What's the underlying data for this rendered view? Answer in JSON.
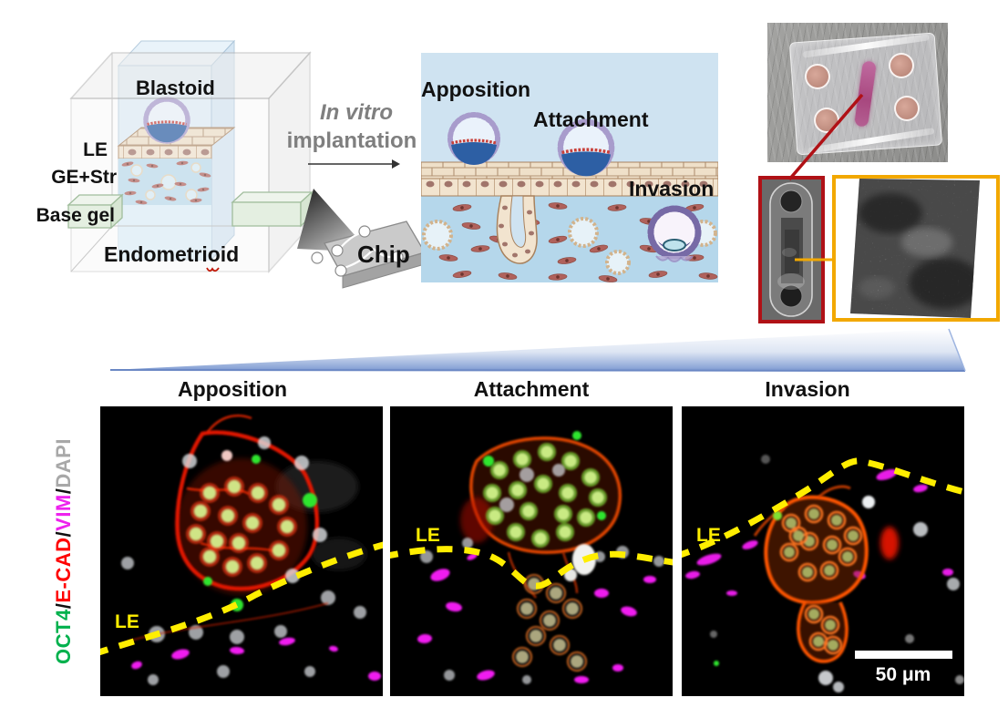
{
  "cube": {
    "blastoid": "Blastoid",
    "le": "LE",
    "ge_str": "GE+Str",
    "base_gel": "Base gel",
    "endometrioid": "Endometrioid"
  },
  "process": {
    "line1": "In vitro",
    "line2": "implantation",
    "chip": "Chip"
  },
  "diagram": {
    "apposition": "Apposition",
    "attachment": "Attachment",
    "invasion": "Invasion"
  },
  "panels": [
    {
      "title": "Apposition",
      "le": "LE"
    },
    {
      "title": "Attachment",
      "le": "LE"
    },
    {
      "title": "Invasion",
      "le": "LE",
      "scale_bar": "50 μm"
    }
  ],
  "stain_legend": [
    {
      "text": "OCT4",
      "color": "#00b14d"
    },
    {
      "text": "/",
      "color": "#111111"
    },
    {
      "text": "E-CAD",
      "color": "#ff0000"
    },
    {
      "text": "/",
      "color": "#111111"
    },
    {
      "text": "VIM",
      "color": "#ee22ee"
    },
    {
      "text": "/",
      "color": "#111111"
    },
    {
      "text": "DAPI",
      "color": "#a8a8a8"
    }
  ],
  "colors": {
    "le_line": "#ffee00",
    "red_inset_border": "#b01116",
    "yellow_inset_border": "#f2a800",
    "wedge_blue": "#8fa8d8",
    "process_text": "#7f7f7f"
  }
}
